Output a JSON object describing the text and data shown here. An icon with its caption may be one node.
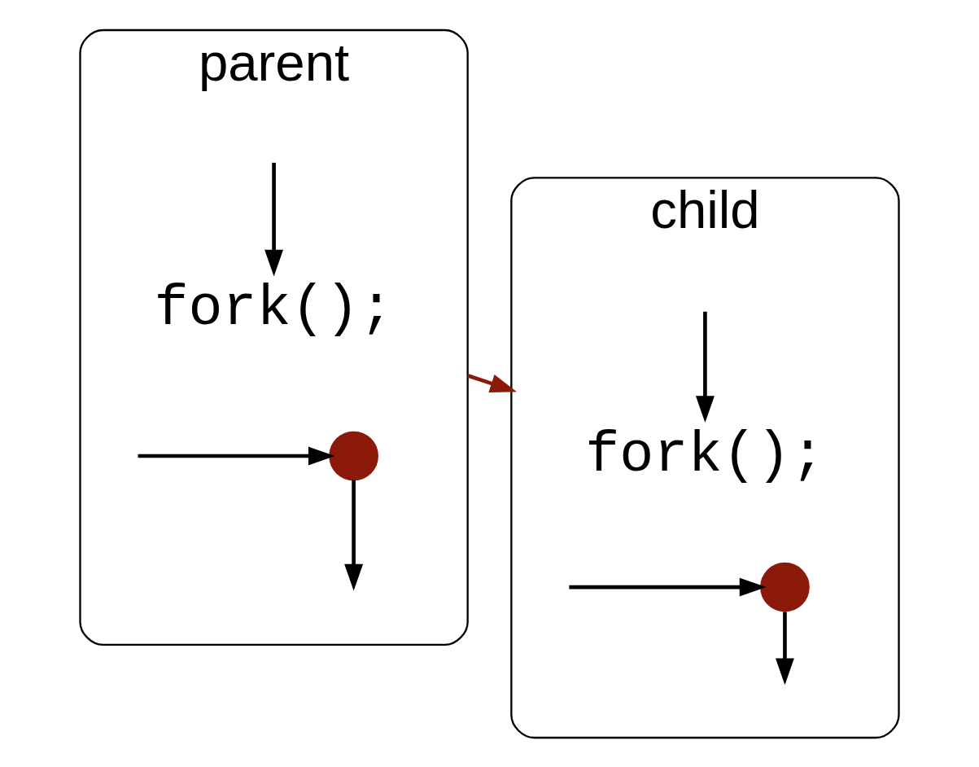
{
  "diagram": {
    "nodes": [
      {
        "text": [
          "parent"
        ]
      },
      {
        "text": [
          "fork();"
        ],
        "in": 0
      },
      {
        "text": [],
        "shape": "circle",
        "in": 0
      },
      {
        "text": [
          "child"
        ]
      },
      {
        "text": [
          "fork();"
        ],
        "in": 3
      },
      {
        "text": [],
        "shape": "circle",
        "in": 3
      }
    ],
    "edges": [
      {
        "from": null,
        "to": 1,
        "arrow": "to"
      },
      {
        "from": null,
        "to": 2,
        "arrow": "to"
      },
      {
        "from": 2,
        "to": null,
        "arrow": "to"
      },
      {
        "from": 0,
        "to": 3,
        "arrow": "to",
        "color": "#8b1a0a"
      },
      {
        "from": null,
        "to": 4,
        "arrow": "to"
      },
      {
        "from": null,
        "to": 5,
        "arrow": "to"
      },
      {
        "from": 5,
        "to": null,
        "arrow": "to"
      }
    ]
  }
}
